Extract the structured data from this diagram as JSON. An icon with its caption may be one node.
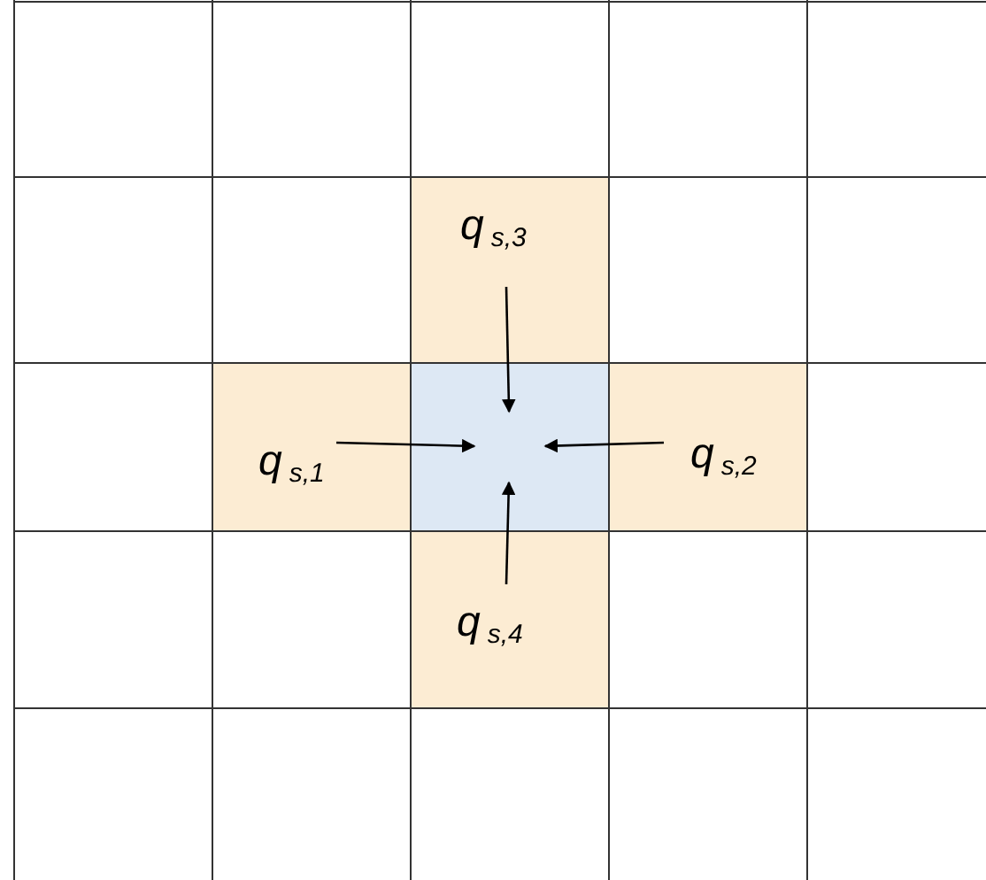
{
  "diagram": {
    "nodes": [
      {
        "text": [
          "q$_{s,3}$"
        ]
      },
      {
        "text": [
          "q$_{s,1}$"
        ]
      },
      {
        "text": [],
        "shape": "box"
      },
      {
        "text": [
          "q$_{s,2}$"
        ]
      },
      {
        "text": [
          "q$_{s,4}$"
        ]
      }
    ],
    "edges": [
      {
        "from": 0,
        "to": 2,
        "arrow": "to"
      },
      {
        "from": 1,
        "to": 2,
        "arrow": "to"
      },
      {
        "from": 3,
        "to": 2,
        "arrow": "to"
      },
      {
        "from": 4,
        "to": 2,
        "arrow": "to"
      }
    ]
  }
}
